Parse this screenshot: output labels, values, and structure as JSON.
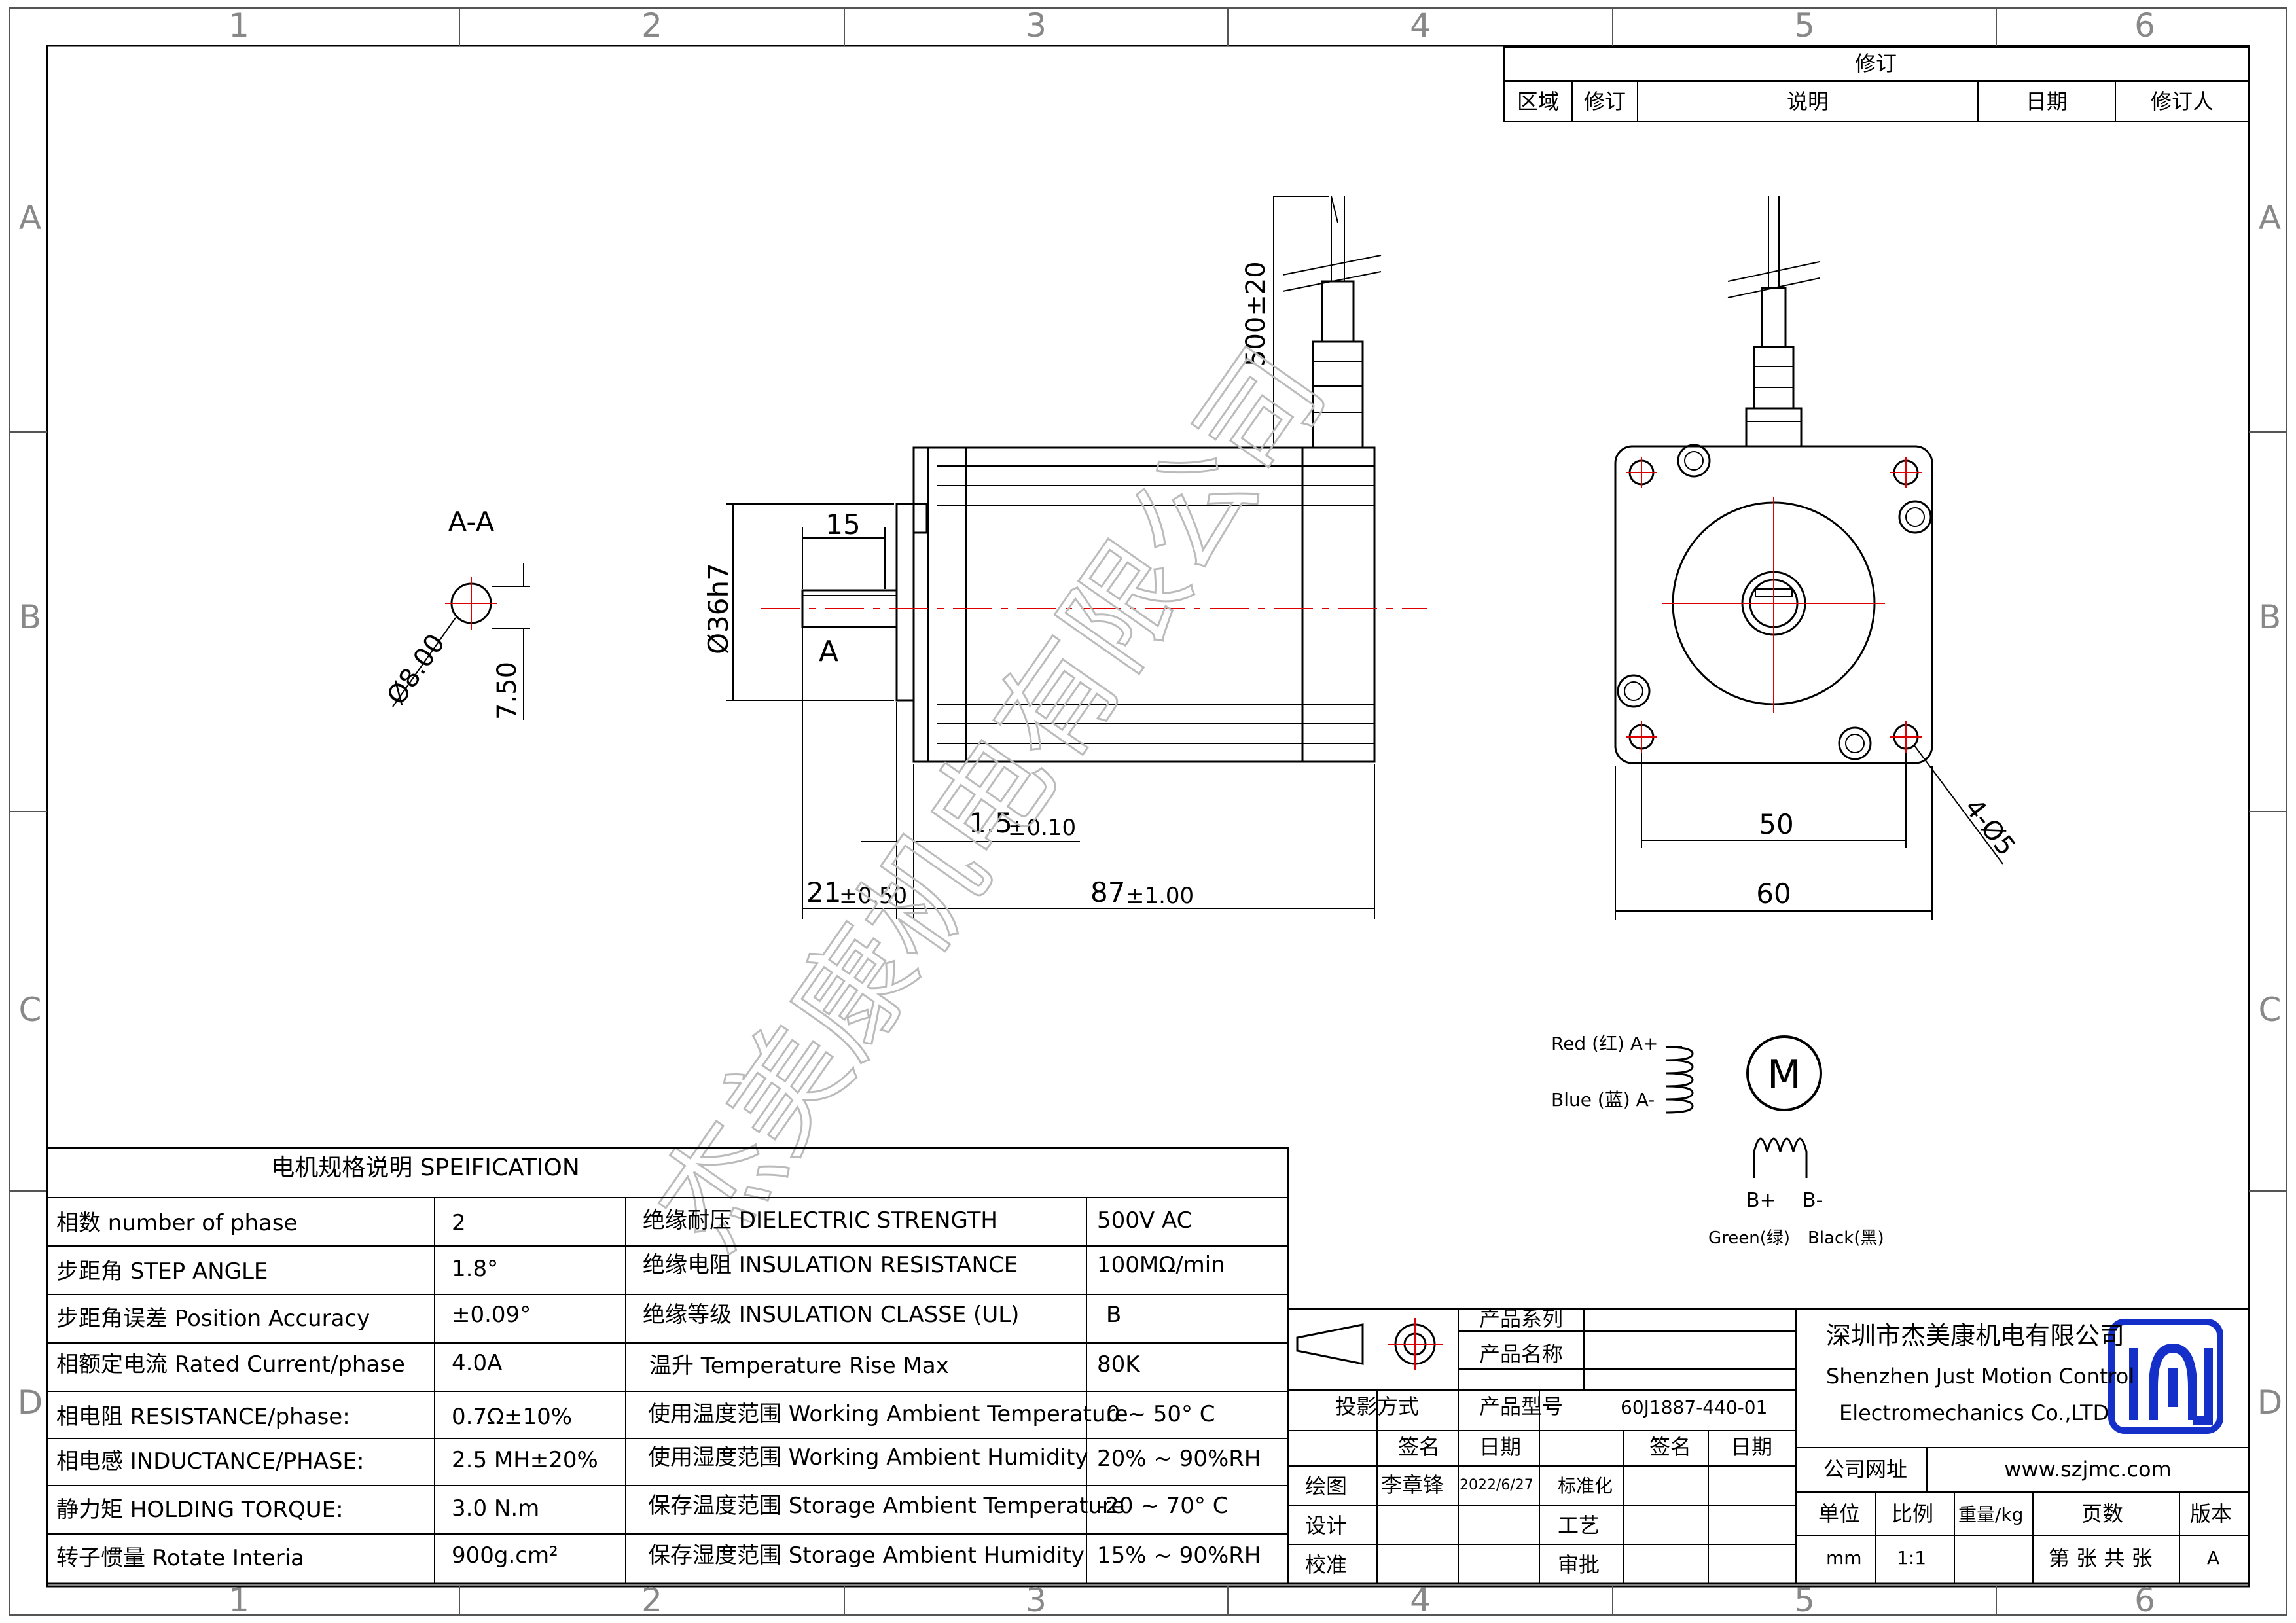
{
  "frame": {
    "col_labels": [
      "1",
      "2",
      "3",
      "4",
      "5",
      "6"
    ],
    "row_labels": [
      "A",
      "B",
      "C",
      "D"
    ]
  },
  "revision": {
    "title": "修订",
    "headers": [
      "区域",
      "修订",
      "说明",
      "日期",
      "修订人"
    ]
  },
  "watermark": "杰美康机电有限公司",
  "section_view": {
    "title": "A-A",
    "diameter": "Ø8.00",
    "flat": "7.50"
  },
  "side_view": {
    "cable_length": "500±20",
    "shaft_flat_length": "15",
    "pilot_diameter": "Ø36h7",
    "section_marker": "A",
    "flange_thickness": "1.5",
    "flange_thickness_tol": "±0.10",
    "shaft_length": "21",
    "shaft_length_tol": "±0.50",
    "body_length": "87",
    "body_length_tol": "±1.00"
  },
  "front_view": {
    "hole_spacing": "50",
    "body_width": "60",
    "holes": "4-Ø5"
  },
  "wiring": {
    "motor_symbol": "M",
    "a_plus": "Red (红) A+",
    "a_minus": "Blue (蓝) A-",
    "b_plus": "B+",
    "b_minus": "B-",
    "green": "Green(绿)",
    "black": "Black(黑)"
  },
  "spec": {
    "title": "电机规格说明 SPEIFICATION",
    "rows": [
      {
        "k1": "相数 number of phase",
        "v1": "2",
        "k2": "绝缘耐压 DIELECTRIC STRENGTH",
        "v2": "500V AC"
      },
      {
        "k1": "步距角 STEP ANGLE",
        "v1": "1.8°",
        "k2": "绝缘电阻 INSULATION RESISTANCE",
        "v2": "100MΩ/min"
      },
      {
        "k1": "步距角误差 Position Accuracy",
        "v1": "±0.09°",
        "k2": "绝缘等级 INSULATION CLASSE (UL)",
        "v2": "B"
      },
      {
        "k1": "相额定电流 Rated Current/phase",
        "v1": "4.0A",
        "k2": "温升 Temperature Rise Max",
        "v2": "80K"
      },
      {
        "k1": "相电阻 RESISTANCE/phase:",
        "v1": "0.7Ω±10%",
        "k2": "使用温度范围 Working Ambient Temperature",
        "v2": "0 ~ 50° C"
      },
      {
        "k1": "相电感 INDUCTANCE/PHASE:",
        "v1": "2.5 MH±20%",
        "k2": "使用湿度范围 Working Ambient Humidity",
        "v2": "20% ~ 90%RH"
      },
      {
        "k1": "静力矩 HOLDING TORQUE:",
        "v1": "3.0 N.m",
        "k2": "保存温度范围 Storage Ambient Temperature",
        "v2": "-20 ~ 70° C"
      },
      {
        "k1": "转子惯量 Rotate Interia",
        "v1": "900g.cm²",
        "k2": "保存湿度范围 Storage Ambient Humidity",
        "v2": "15% ~ 90%RH"
      }
    ]
  },
  "title_block": {
    "product_series_label": "产品系列",
    "product_name_label": "产品名称",
    "projection_label": "投影方式",
    "model_label": "产品型号",
    "model_value": "60J1887-440-01",
    "sign_label": "签名",
    "date_label": "日期",
    "draw_label": "绘图",
    "drawer": "李章锋",
    "draw_date": "2022/6/27",
    "standard_label": "标准化",
    "design_label": "设计",
    "process_label": "工艺",
    "check_label": "校准",
    "approve_label": "审批",
    "company_cn": "深圳市杰美康机电有限公司",
    "company_en1": "Shenzhen Just Motion Control",
    "company_en2": "Electromechanics Co.,LTD",
    "website_label": "公司网址",
    "website": "www.szjmc.com",
    "unit_label": "单位",
    "scale_label": "比例",
    "weight_label": "重量/kg",
    "pages_label": "页数",
    "version_label": "版本",
    "unit": "mm",
    "scale": "1:1",
    "pages": "第 张 共 张",
    "version": "A"
  }
}
